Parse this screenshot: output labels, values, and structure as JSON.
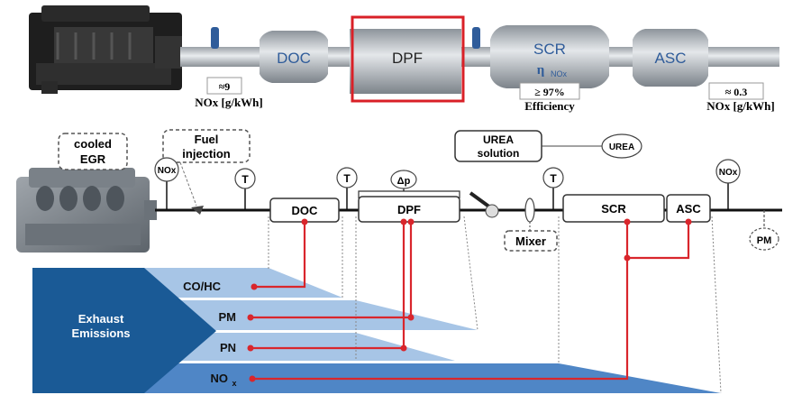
{
  "top": {
    "doc": "DOC",
    "dpf": "DPF",
    "scr": "SCR",
    "scr_sub": "η",
    "scr_sub_idx": "NOx",
    "asc": "ASC",
    "nox_in_value": "≈9",
    "nox_in_label": "NOx [g/kWh]",
    "eff_value": "≥ 97%",
    "eff_label": "Efficiency",
    "nox_out_value": "≈ 0.3",
    "nox_out_label": "NOx [g/kWh]"
  },
  "system": {
    "egr_line1": "cooled",
    "egr_line2": "EGR",
    "fuel_line1": "Fuel",
    "fuel_line2": "injection",
    "sensor_nox_in": "NOx",
    "sensor_t1": "T",
    "sensor_t2": "T",
    "sensor_dp": "Δp",
    "sensor_t3": "T",
    "sensor_nox_out": "NOx",
    "urea_line1": "UREA",
    "urea_line2": "solution",
    "urea_tank": "UREA",
    "mixer": "Mixer",
    "doc": "DOC",
    "dpf": "DPF",
    "scr": "SCR",
    "asc": "ASC",
    "pm_sensor": "PM"
  },
  "emissions": {
    "title_line1": "Exhaust",
    "title_line2": "Emissions",
    "items": [
      "CO/HC",
      "PM",
      "PN",
      "NO"
    ],
    "nox_sub": "x"
  },
  "colors": {
    "dark_blue": "#1a5a96",
    "mid_blue": "#4f86c6",
    "light_blue": "#a7c5e6",
    "red": "#d9262c",
    "highlight_red": "#d92027"
  }
}
